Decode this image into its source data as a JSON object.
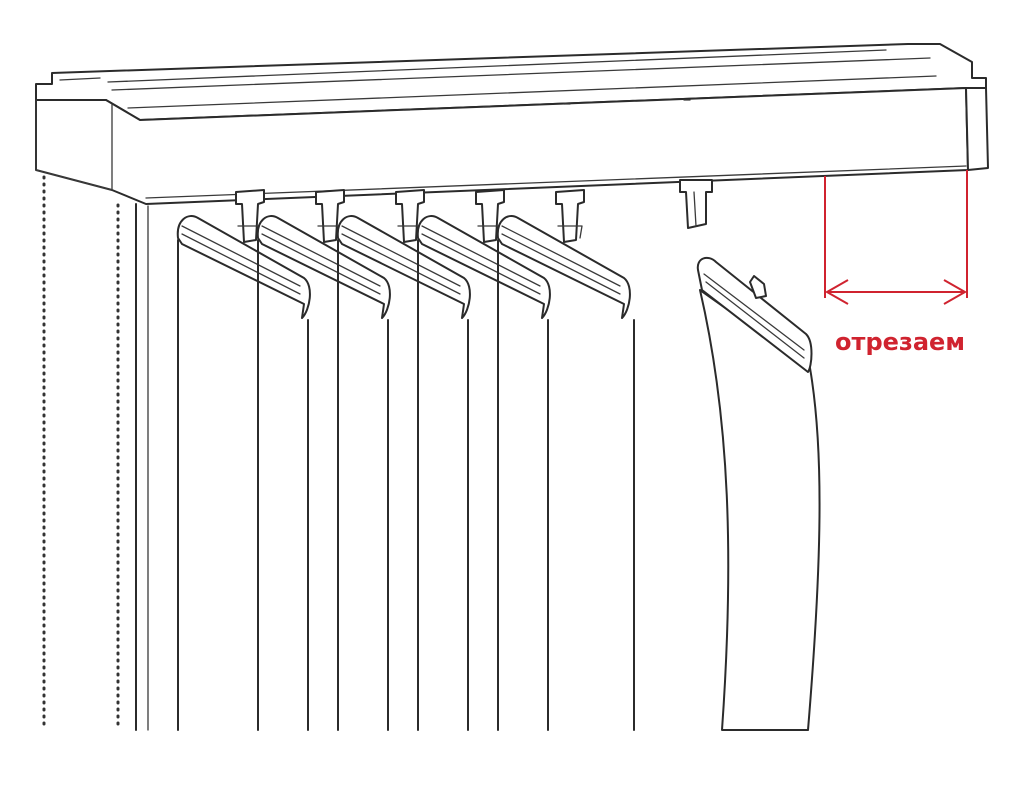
{
  "annotation": {
    "label": "отрезаем",
    "color": "#d0232f"
  },
  "drawing": {
    "line_color": "#2b2b2b",
    "background": "#ffffff",
    "hanging_slats": 5,
    "detached_runners": 1,
    "loose_slats": 1
  }
}
